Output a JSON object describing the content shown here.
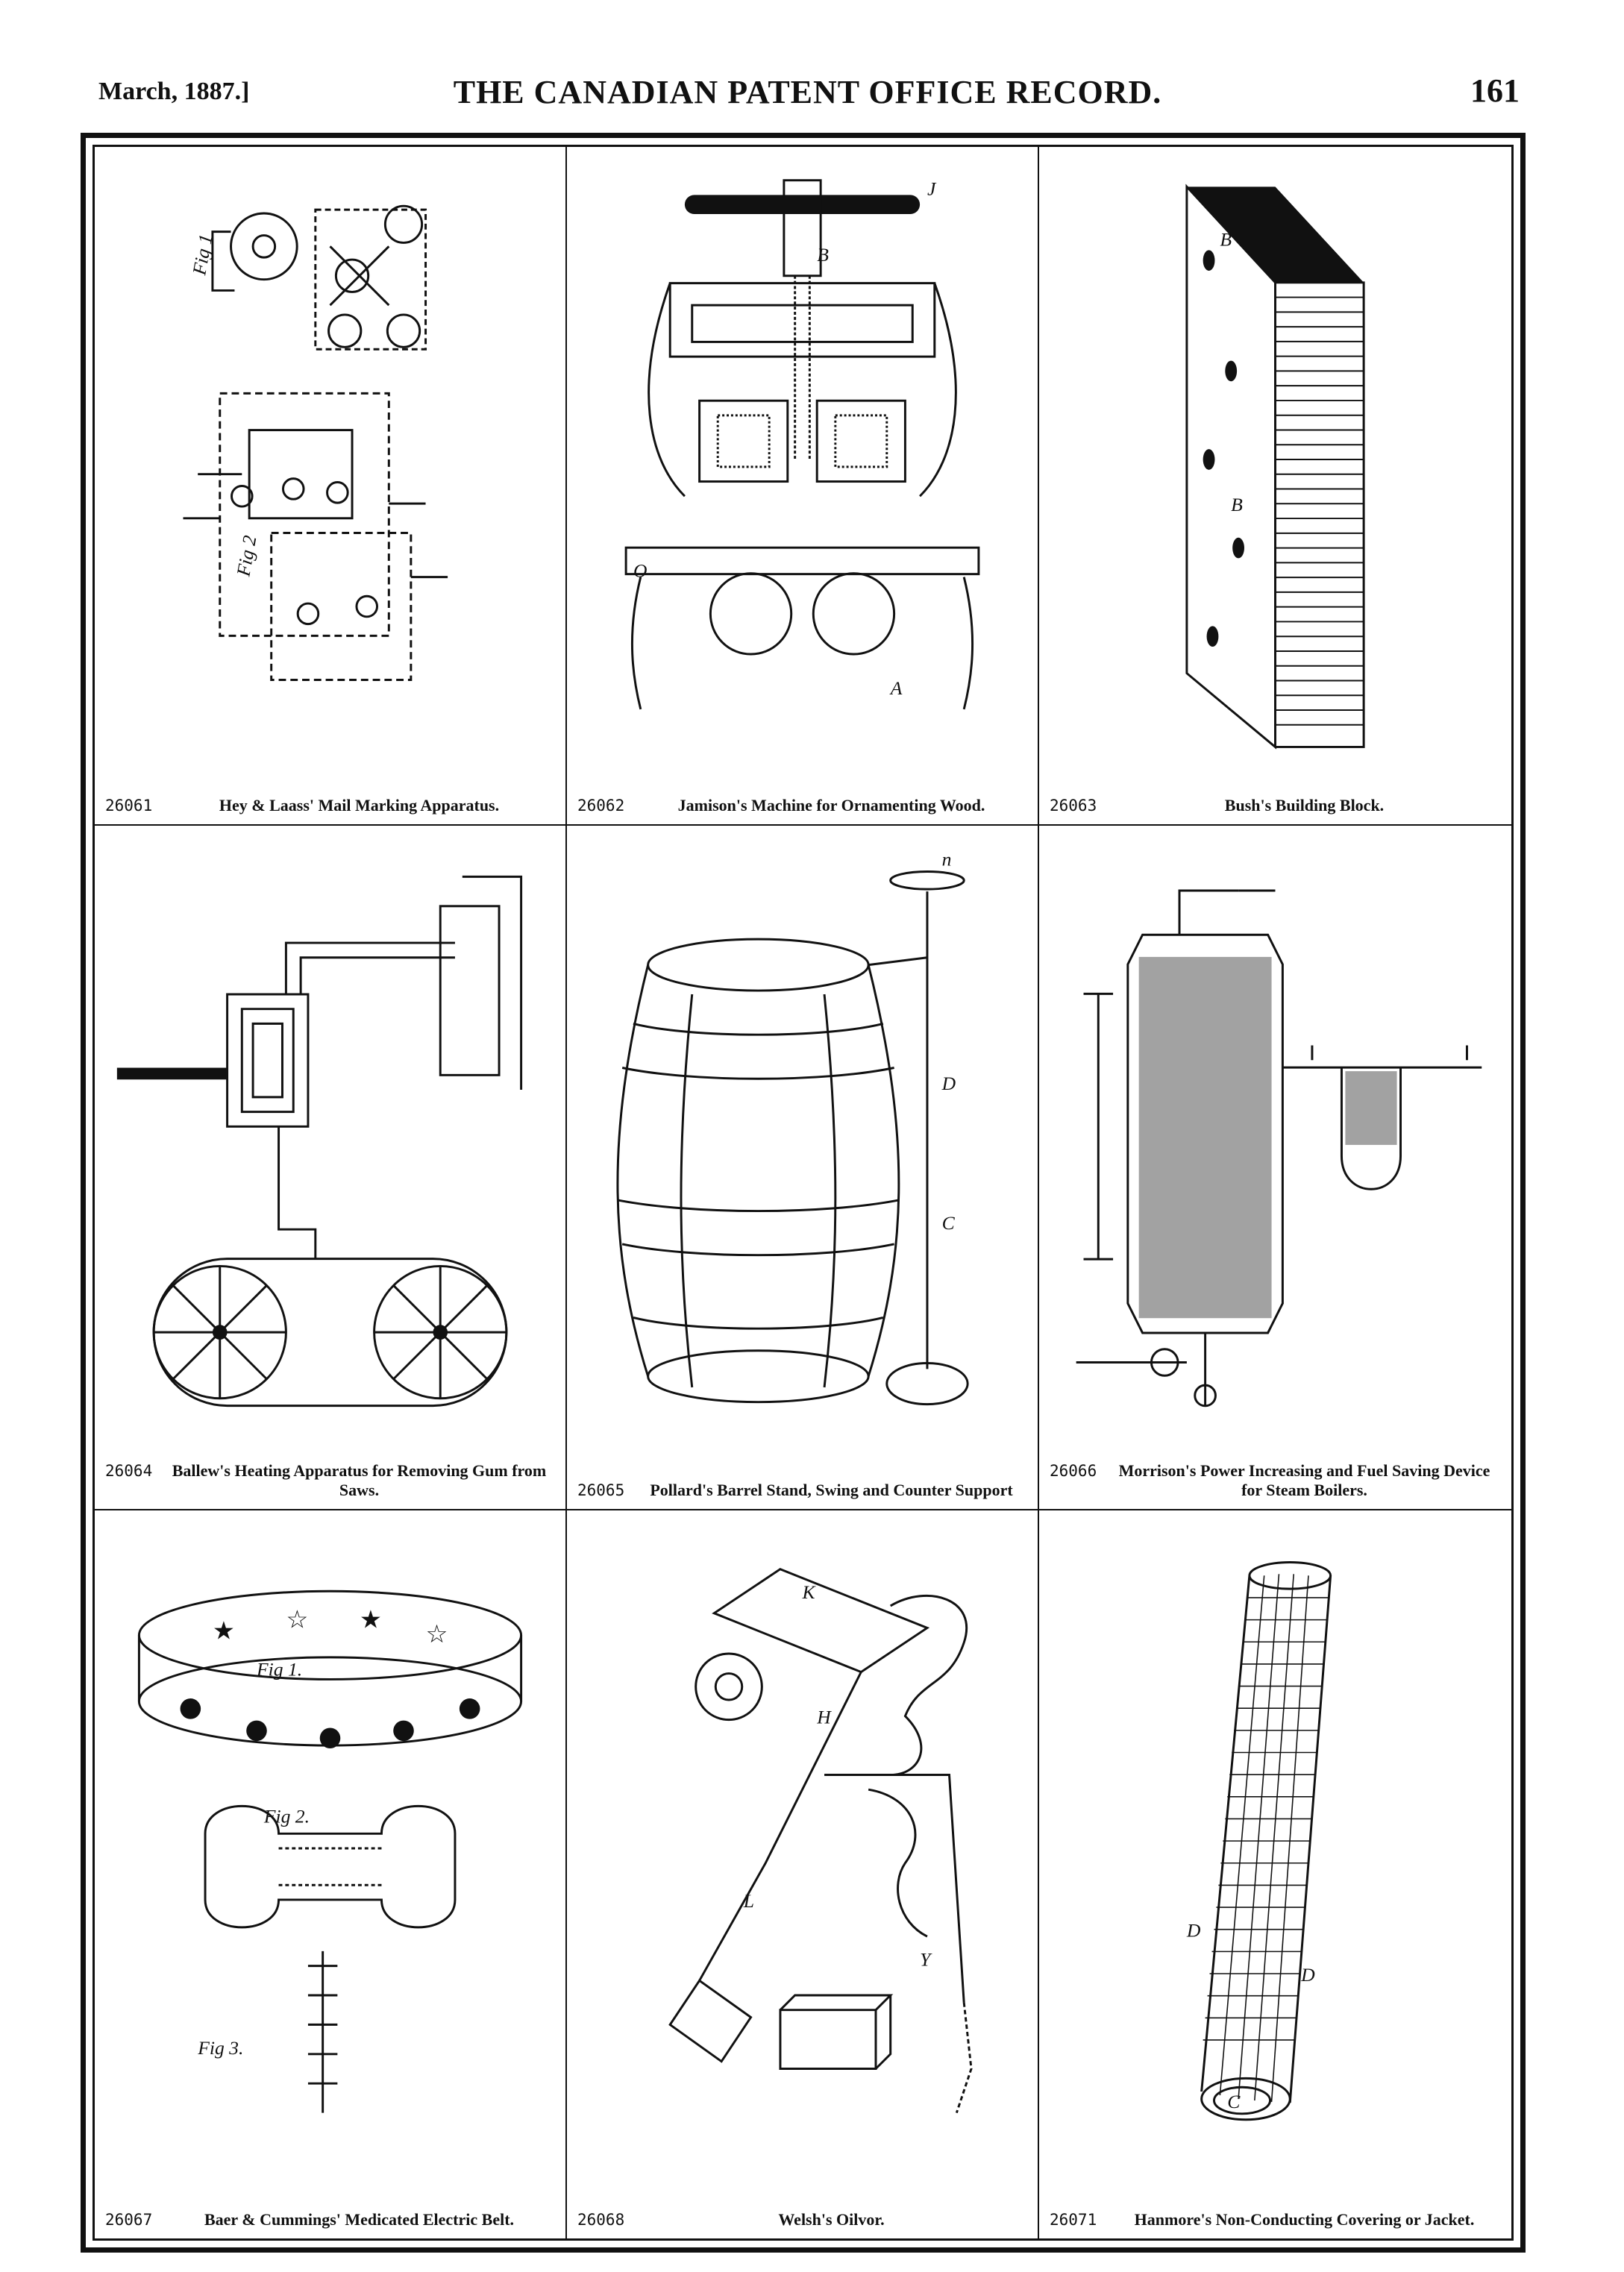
{
  "header": {
    "date": "March, 1887.]",
    "title": "THE CANADIAN PATENT OFFICE RECORD.",
    "page": "161"
  },
  "patents": [
    {
      "number": "26061",
      "title": "Hey & Laass' Mail Marking Apparatus.",
      "figure": "mail-marking-apparatus-drawing"
    },
    {
      "number": "26062",
      "title": "Jamison's Machine for Ornamenting Wood.",
      "figure": "wood-ornamenting-machine-drawing"
    },
    {
      "number": "26063",
      "title": "Bush's Building Block.",
      "figure": "building-block-drawing"
    },
    {
      "number": "26064",
      "title": "Ballew's Heating Apparatus for Removing Gum from Saws.",
      "figure": "saw-heating-apparatus-drawing"
    },
    {
      "number": "26065",
      "title": "Pollard's Barrel Stand, Swing and Counter Support",
      "figure": "barrel-stand-drawing"
    },
    {
      "number": "26066",
      "title": "Morrison's Power Increasing and Fuel Saving Device for Steam Boilers.",
      "figure": "steam-boiler-device-drawing"
    },
    {
      "number": "26067",
      "title": "Baer & Cummings' Medicated Electric Belt.",
      "figure": "electric-belt-drawing"
    },
    {
      "number": "26068",
      "title": "Welsh's Oilvor.",
      "figure": "oiler-mechanism-drawing"
    },
    {
      "number": "26071",
      "title": "Hanmore's Non-Conducting Covering or Jacket.",
      "figure": "pipe-covering-drawing"
    }
  ]
}
